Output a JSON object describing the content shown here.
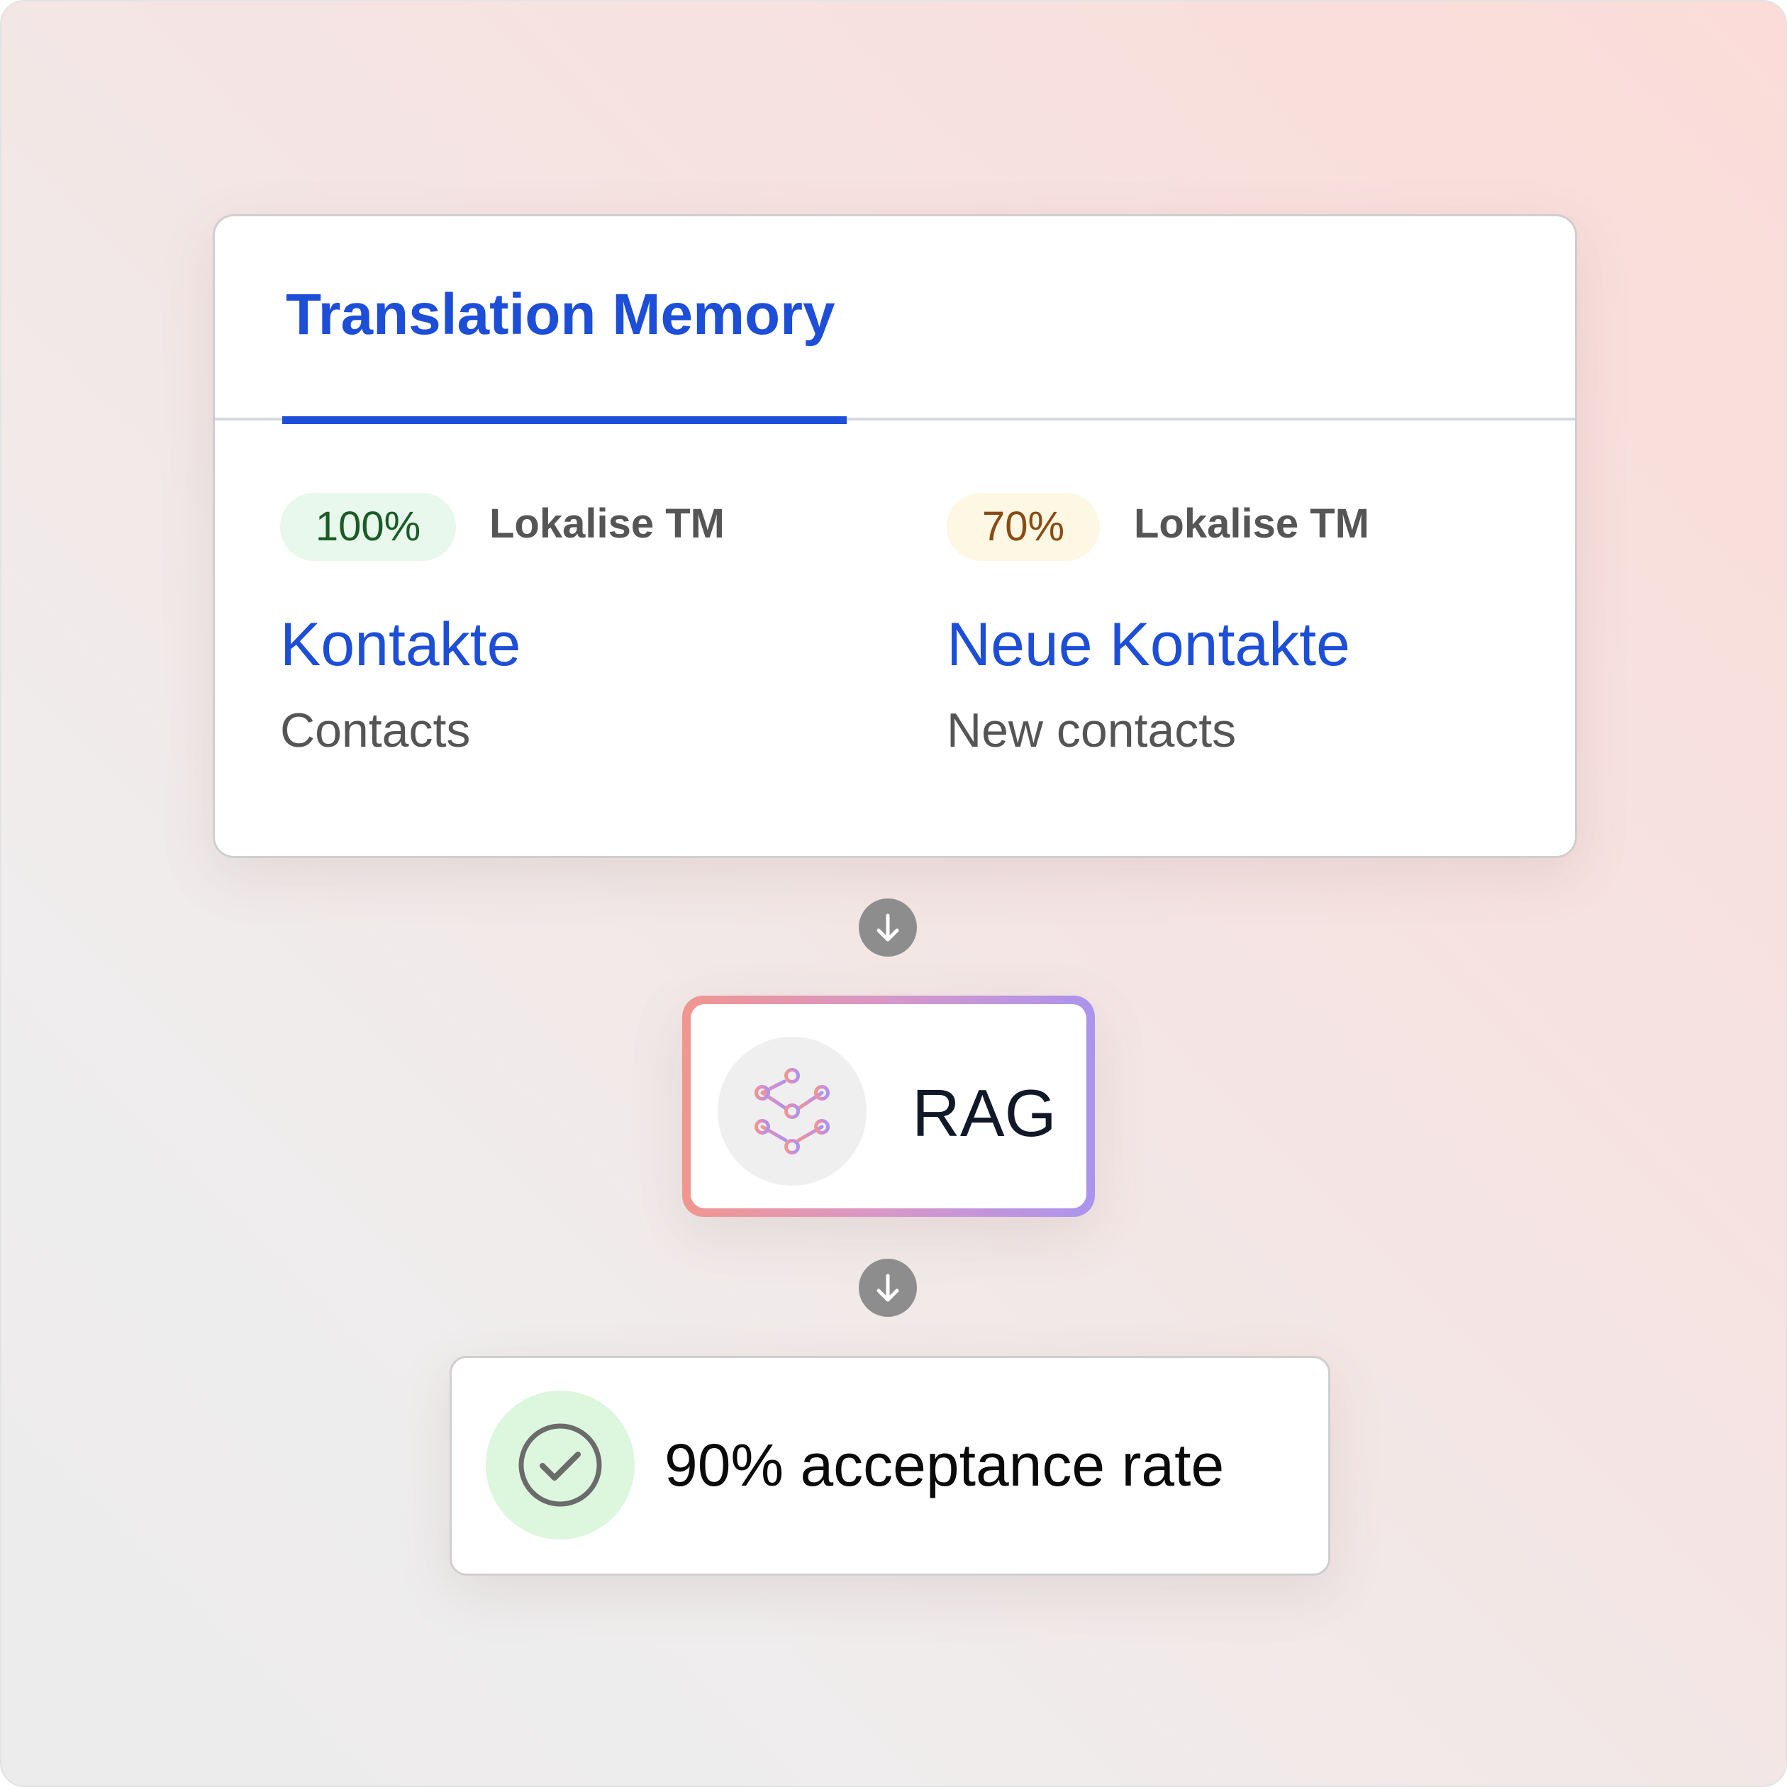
{
  "translation_memory": {
    "tab_title": "Translation Memory",
    "matches": [
      {
        "score": "100%",
        "source": "Lokalise TM",
        "translation": "Kontakte",
        "original": "Contacts"
      },
      {
        "score": "70%",
        "source": "Lokalise TM",
        "translation": "Neue Kontakte",
        "original": "New contacts"
      }
    ]
  },
  "arrows": {
    "icon": "arrow-down-icon"
  },
  "rag": {
    "label": "RAG",
    "icon": "network-nodes-icon",
    "gradient": [
      "#f1968f",
      "#ab93ee"
    ]
  },
  "result": {
    "label": "90% acceptance rate",
    "icon": "check-circle-icon"
  },
  "colors": {
    "accent_blue": "#1d4ed8",
    "badge_green_bg": "#e8f8ec",
    "badge_green_text": "#1a5c26",
    "badge_amber_bg": "#fdf7e4",
    "badge_amber_text": "#8a4b12",
    "arrow_gray": "#8d8d8d"
  }
}
